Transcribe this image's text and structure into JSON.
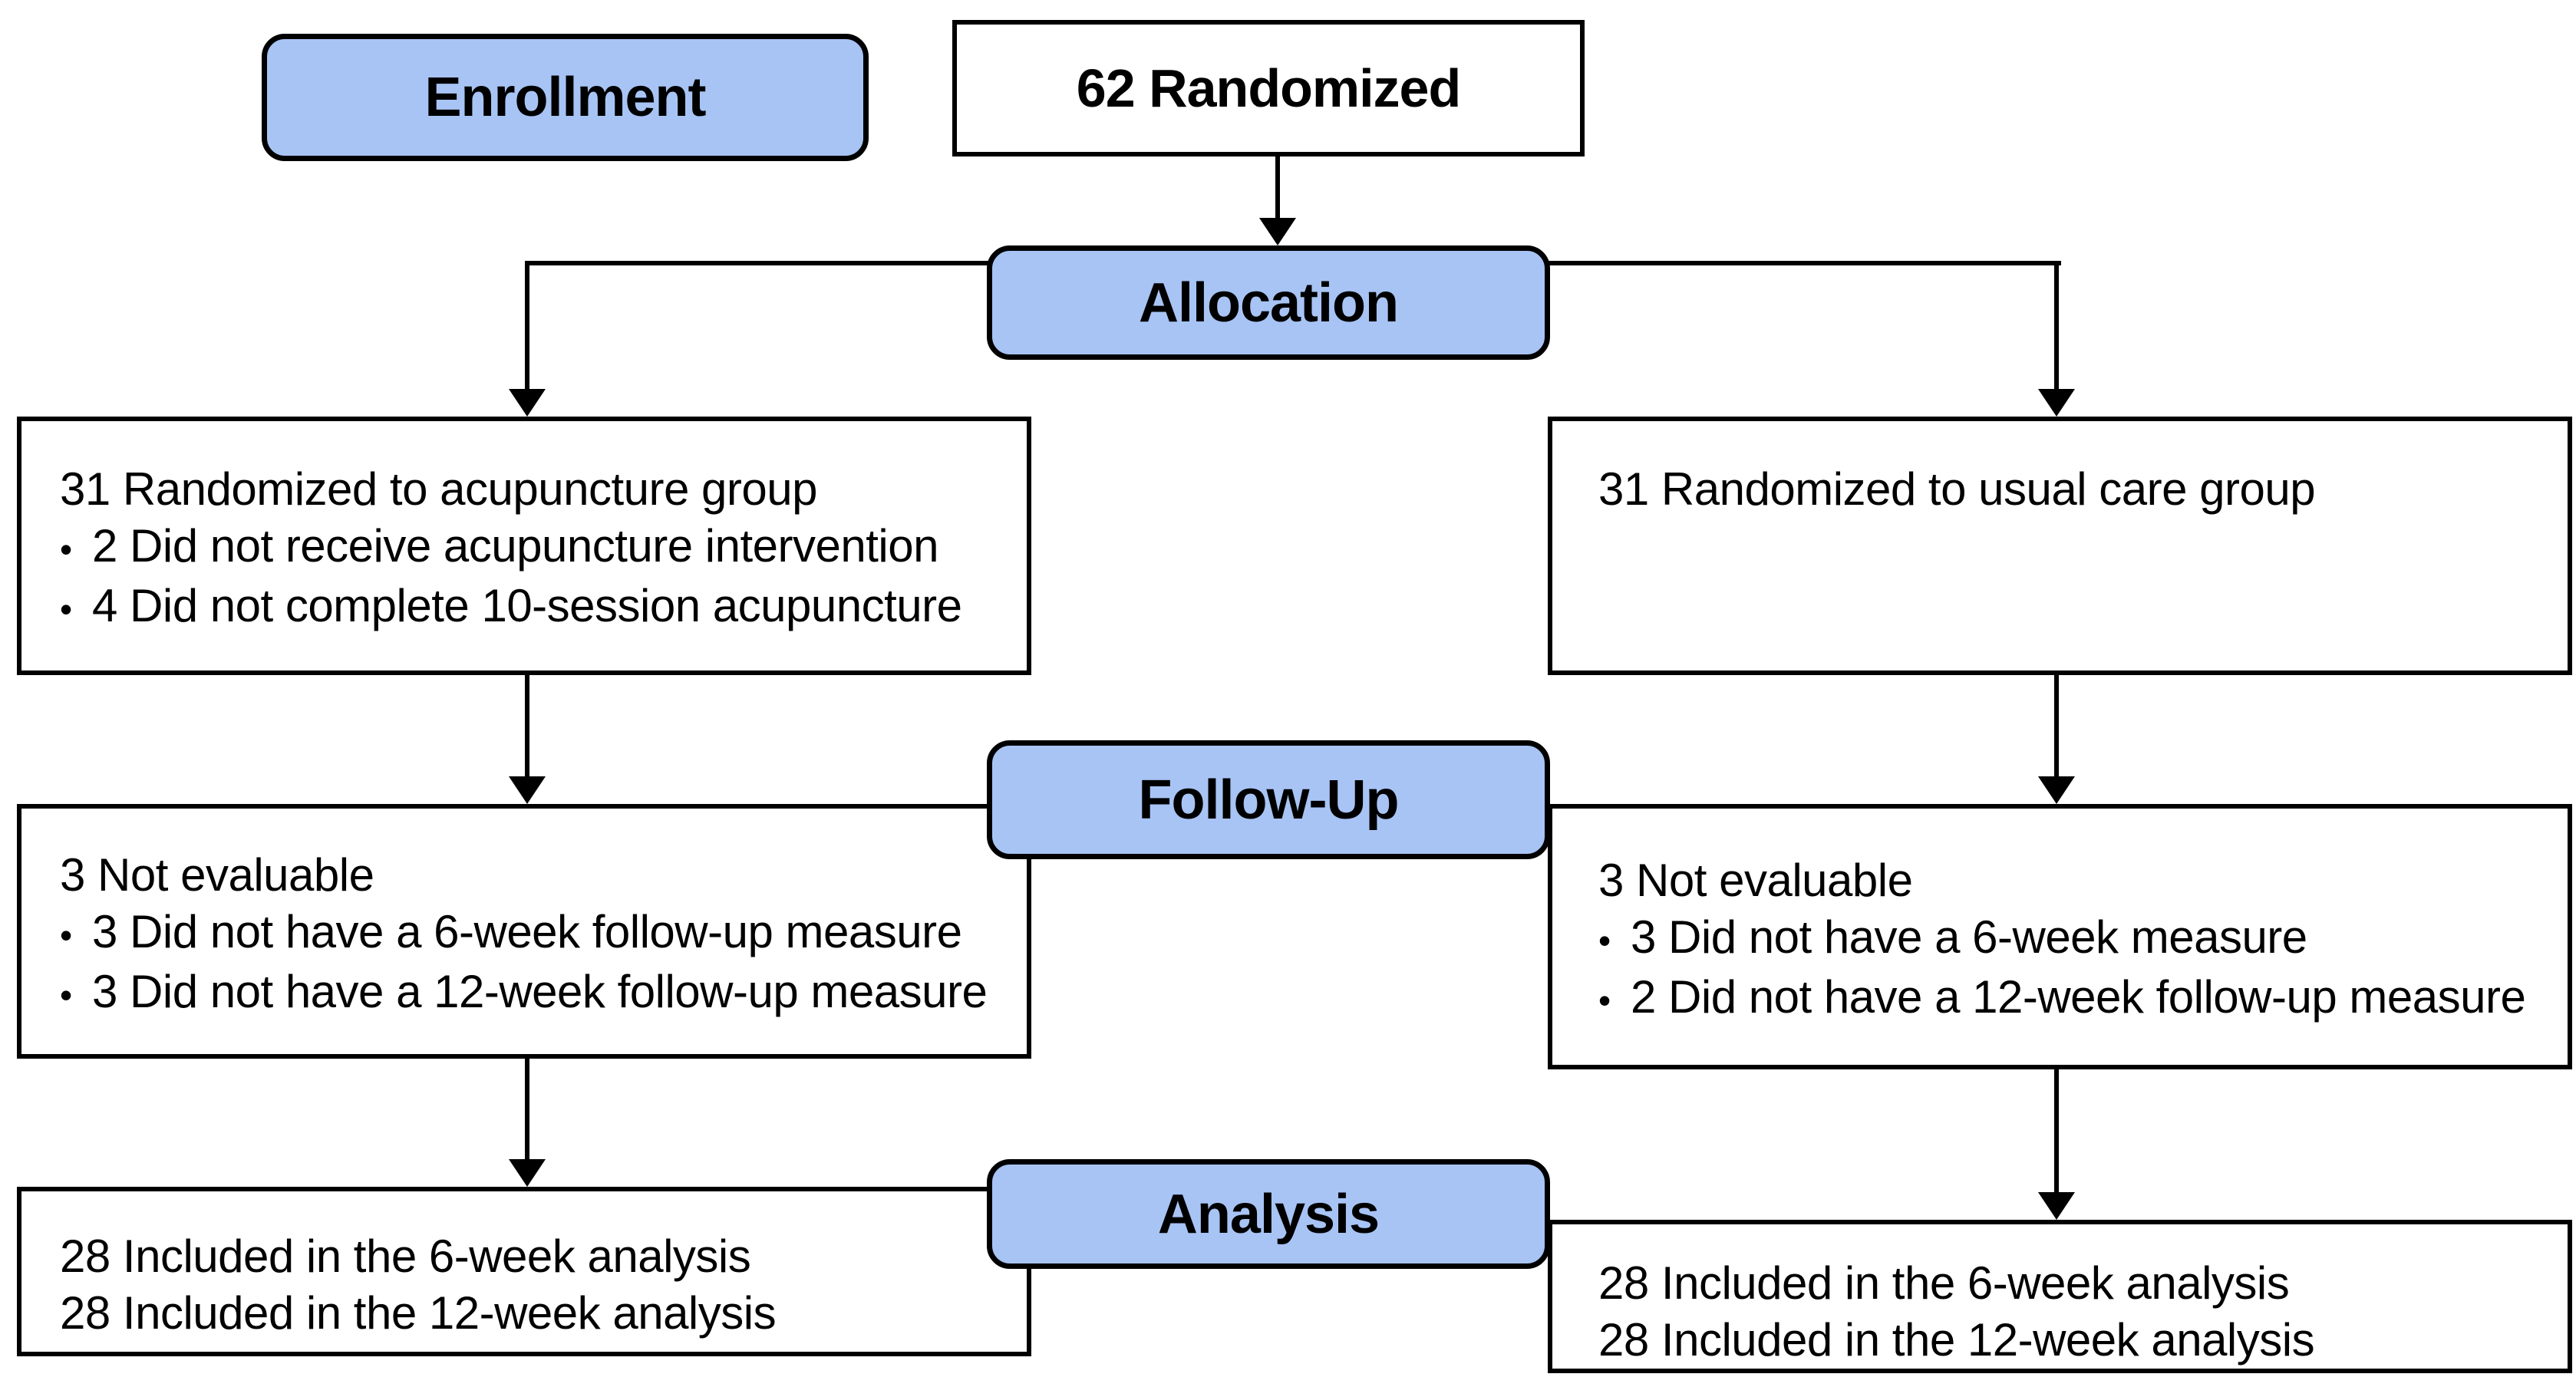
{
  "colors": {
    "stage_fill": "#A8C4F5",
    "line_color": "#000000",
    "box_fill": "#FFFFFF",
    "text_color": "#000000",
    "bg": "#FFFFFF"
  },
  "bullet_char": "•",
  "stages": {
    "enrollment": "Enrollment",
    "allocation": "Allocation",
    "followup": "Follow-Up",
    "analysis": "Analysis"
  },
  "randomized_box": "62 Randomized",
  "left_arm": {
    "allocation": {
      "title": "31 Randomized to acupuncture group",
      "bullets": [
        "2 Did not receive acupuncture intervention",
        "4 Did not complete 10-session acupuncture"
      ]
    },
    "followup": {
      "title": "3 Not evaluable",
      "bullets": [
        "3 Did not have a 6-week follow-up measure",
        "3 Did not have a 12-week follow-up measure"
      ]
    },
    "analysis": {
      "lines": [
        "28 Included in the 6-week analysis",
        "28 Included in the 12-week analysis"
      ]
    }
  },
  "right_arm": {
    "allocation": {
      "title": "31 Randomized to usual care group"
    },
    "followup": {
      "title": "3 Not evaluable",
      "bullets": [
        "3 Did not have a 6-week measure",
        "2 Did not have a 12-week follow-up measure"
      ]
    },
    "analysis": {
      "lines": [
        "28 Included in the 6-week analysis",
        "28 Included in the 12-week analysis"
      ]
    }
  }
}
